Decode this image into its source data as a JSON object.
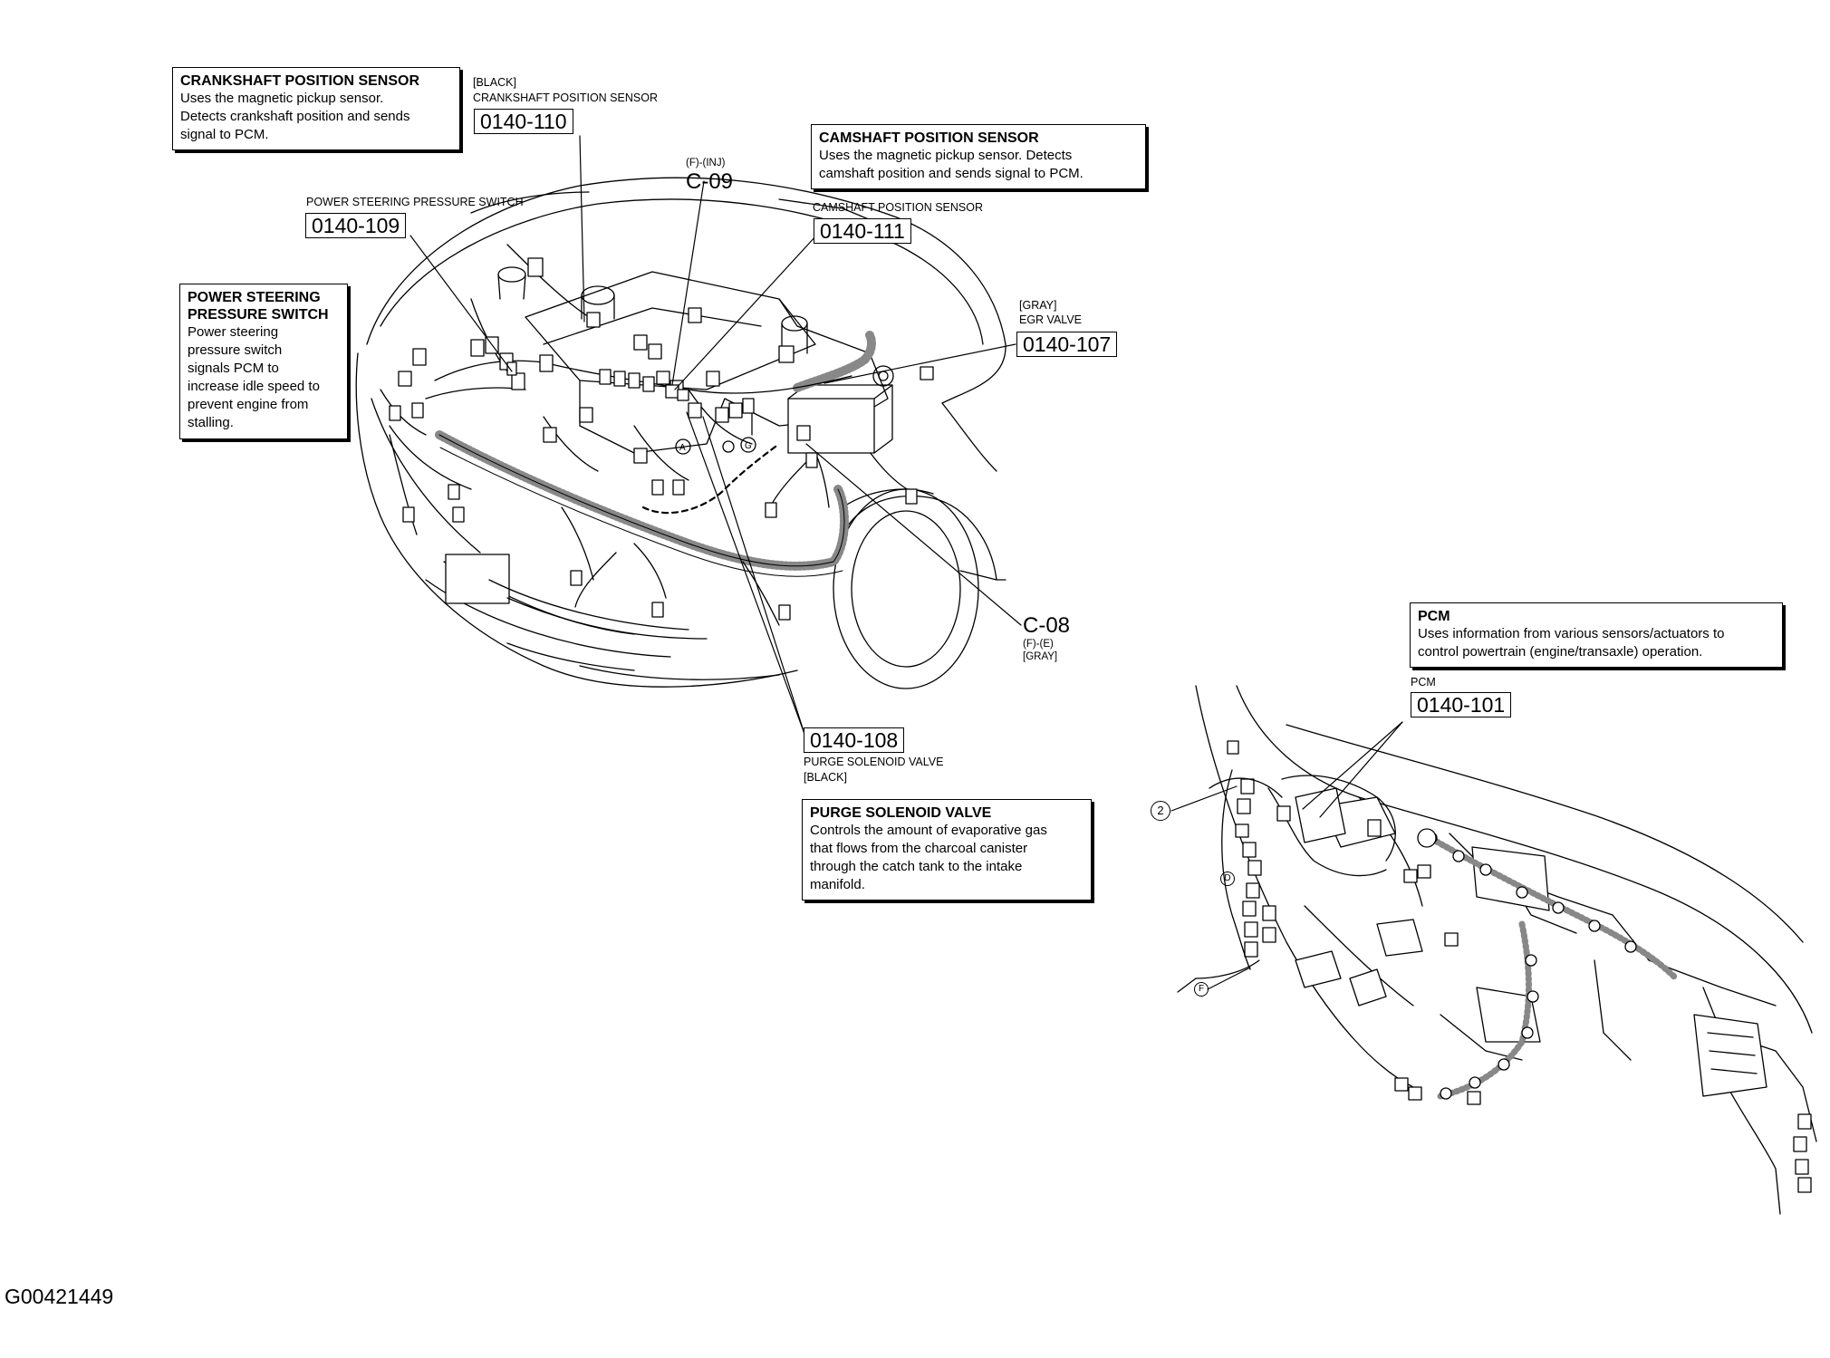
{
  "callouts": {
    "crankshaft": {
      "title": "CRANKSHAFT POSITION SENSOR",
      "lines": [
        "Uses the magnetic pickup sensor.",
        "Detects crankshaft position and sends",
        "signal to PCM."
      ]
    },
    "camshaft": {
      "title": "CAMSHAFT POSITION SENSOR",
      "lines": [
        "Uses the magnetic pickup sensor. Detects",
        "camshaft position and sends signal to PCM."
      ]
    },
    "power_steering": {
      "title_lines": [
        "POWER STEERING",
        "PRESSURE SWITCH"
      ],
      "lines": [
        "Power steering",
        "pressure switch",
        "signals PCM to",
        "increase idle speed to",
        "prevent engine from",
        "stalling."
      ]
    },
    "purge": {
      "title": "PURGE SOLENOID VALVE",
      "lines": [
        "Controls the amount of evaporative gas",
        "that flows from the charcoal canister",
        "through the catch tank to the intake",
        "manifold."
      ]
    },
    "pcm": {
      "title": "PCM",
      "lines": [
        "Uses information from various sensors/actuators to",
        "control powertrain (engine/transaxle) operation."
      ]
    }
  },
  "components": {
    "ckp": {
      "color": "[BLACK]",
      "name": "CRANKSHAFT POSITION SENSOR",
      "code": "0140-110"
    },
    "psp": {
      "name": "POWER STEERING PRESSURE SWITCH",
      "code": "0140-109"
    },
    "cmp": {
      "name": "CAMSHAFT POSITION SENSOR",
      "code": "0140-111"
    },
    "egr": {
      "color": "[GRAY]",
      "name": "EGR VALVE",
      "code": "0140-107"
    },
    "purge": {
      "code": "0140-108",
      "name": "PURGE SOLENOID VALVE",
      "color": "[BLACK]"
    },
    "pcm": {
      "name": "PCM",
      "code": "0140-101"
    }
  },
  "connectors": {
    "c09": {
      "sub": "(F)-(INJ)",
      "code": "C-09"
    },
    "c08": {
      "code": "C-08",
      "sub": "(F)-(E)",
      "color": "[GRAY]"
    }
  },
  "markers": {
    "a": "A",
    "g": "G",
    "two": "2",
    "d": "D",
    "f": "F"
  },
  "figure_id": "G00421449"
}
